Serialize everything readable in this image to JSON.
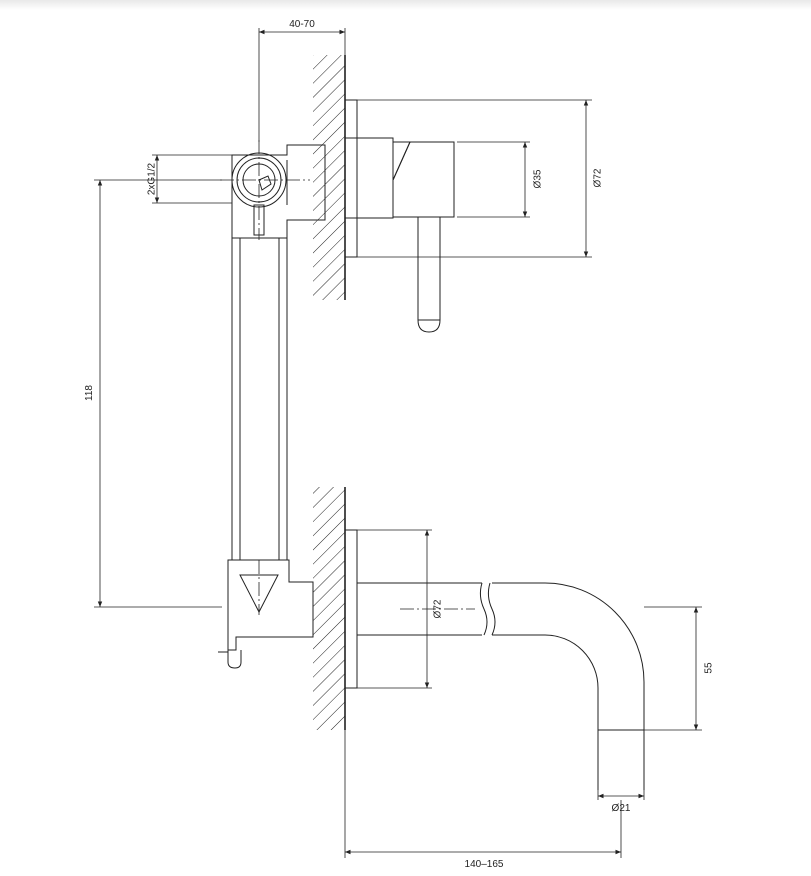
{
  "dimensions": {
    "wall_thickness": "40-70",
    "connection": "2xG1/2",
    "vertical_height": "118",
    "handle_diameter": "Ø35",
    "upper_plate_diameter": "Ø72",
    "lower_plate_diameter": "Ø72",
    "spout_drop": "55",
    "spout_diameter": "Ø21",
    "spout_projection": "140–165"
  }
}
